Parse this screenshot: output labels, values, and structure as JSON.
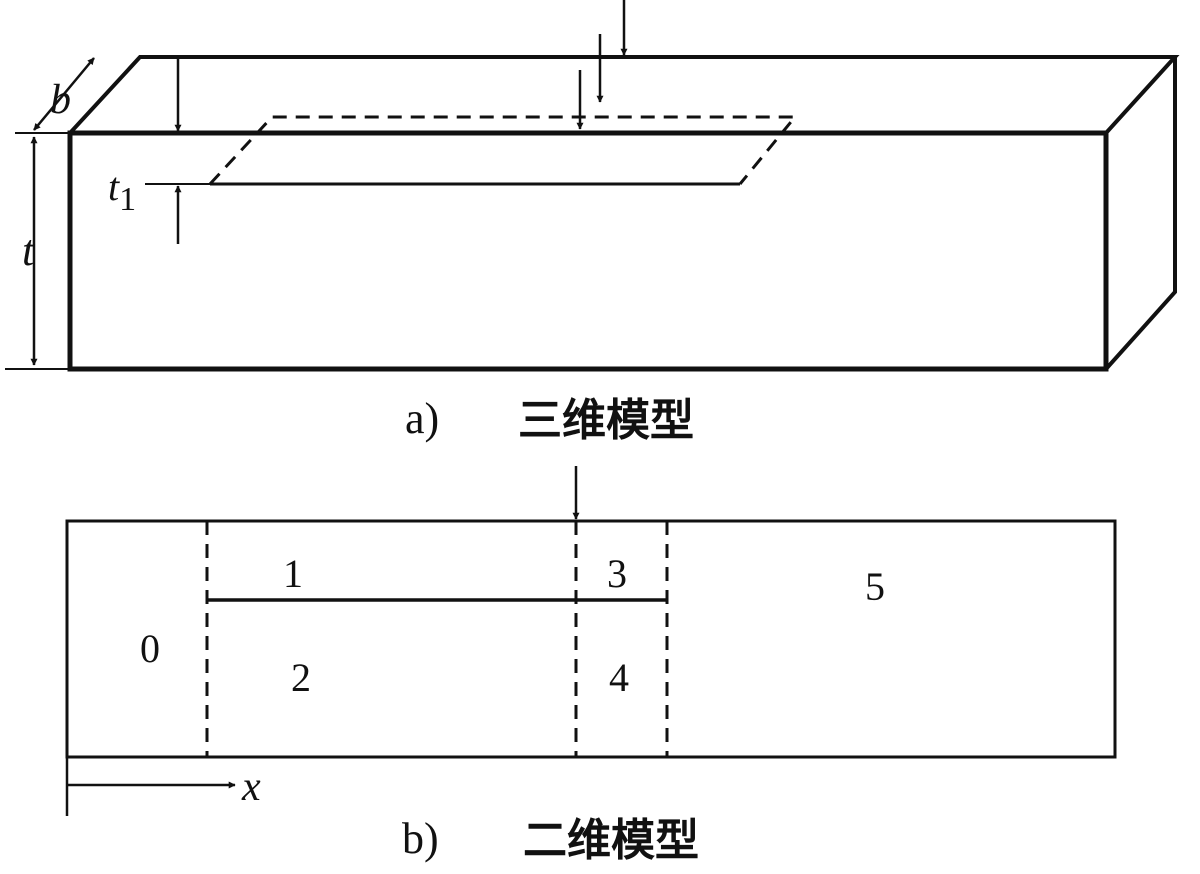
{
  "figure_a": {
    "caption_letter": "a)",
    "caption_title": "三维模型",
    "dim_b": "b",
    "dim_t": "t",
    "dim_t1_main": "t",
    "dim_t1_sub": "1"
  },
  "figure_b": {
    "caption_letter": "b)",
    "caption_title": "二维模型",
    "regions": [
      "0",
      "1",
      "2",
      "3",
      "4",
      "5"
    ],
    "axis_label": "x"
  }
}
